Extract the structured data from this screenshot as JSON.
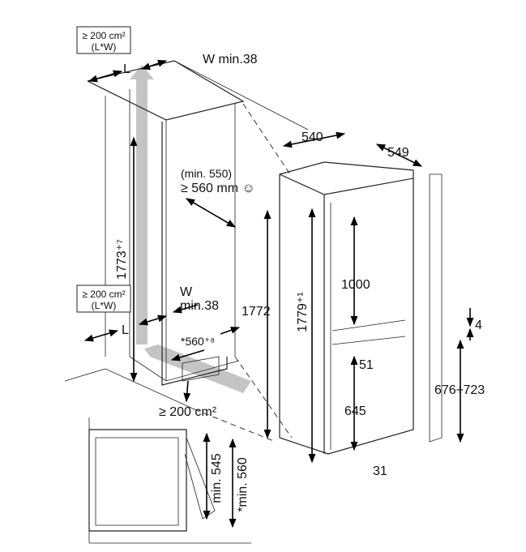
{
  "labels": {
    "top_vent_area": "≥ 200 cm²",
    "top_vent_formula": "(L*W)",
    "top_L": "L",
    "top_W": "W min.38",
    "door_clear_min": "(min. 550)",
    "door_clear": "≥ 560 mm ☺",
    "niche_height": "1773⁺⁷",
    "bottom_vent_area": "≥ 200 cm²",
    "bottom_vent_formula": "(L*W)",
    "bottom_W": "W",
    "bottom_W_min": "min.38",
    "bottom_L": "L",
    "niche_width": "*560⁺⁸",
    "plinth_vent": "≥ 200 cm²",
    "cabinet_height": "1772",
    "depth": "540",
    "width": "549",
    "appliance_height": "1779⁺¹",
    "upper_door": "1000",
    "gap": "51",
    "lower_door": "645",
    "bottom_offset": "31",
    "door_gap": "4",
    "lower_door_range": "676÷723",
    "depth_min": "min. 545",
    "depth_min_star": "*min. 560"
  },
  "colors": {
    "airflow": "#bdbdbd",
    "line": "#222222"
  }
}
